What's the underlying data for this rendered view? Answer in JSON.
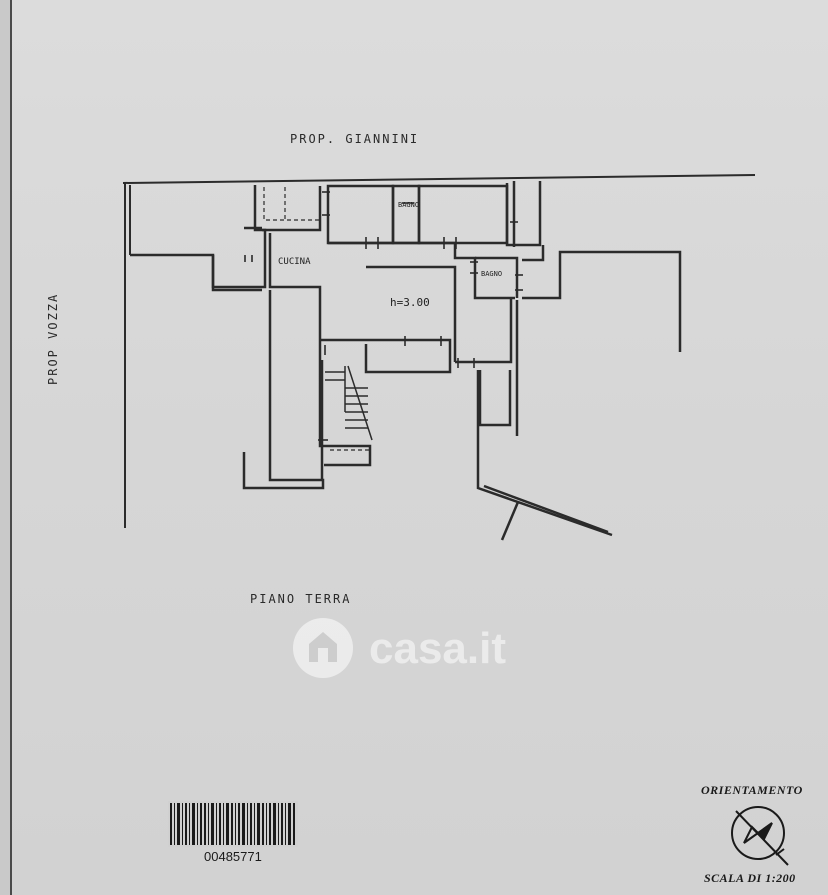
{
  "owners": {
    "top": "PROP. GIANNINI",
    "left": "PROP VOZZA"
  },
  "rooms": {
    "cucina": "CUCINA",
    "bagno_1": "BAGNO",
    "bagno_2": "BAGNO"
  },
  "height_note": "h=3.00",
  "floor_label": "PIANO TERRA",
  "watermark": {
    "brand": "casa.it",
    "icon": "house-icon"
  },
  "barcode": {
    "number": "00485771",
    "icon": "barcode-icon"
  },
  "orientation": {
    "label": "ORIENTAMENTO",
    "icon": "compass-icon"
  },
  "scale": "SCALA DI 1:200",
  "colors": {
    "paper": "#d6d6d6",
    "ink": "#2a2a2a"
  }
}
